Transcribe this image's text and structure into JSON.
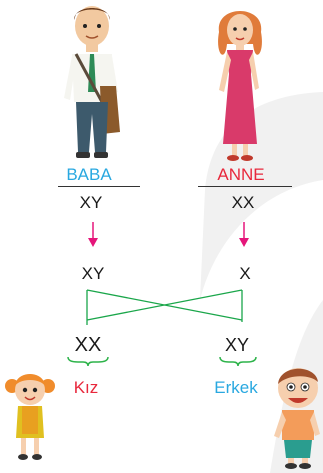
{
  "parents": [
    {
      "role": "BABA",
      "color": "#29a8e0",
      "genotype": "XY",
      "gamete": "XY"
    },
    {
      "role": "ANNE",
      "color": "#e8283c",
      "genotype": "XX",
      "gamete": "X"
    }
  ],
  "offspring": [
    {
      "genotype": "XX",
      "label": "Kız",
      "label_color": "#e8283c"
    },
    {
      "genotype": "XY",
      "label": "Erkek",
      "label_color": "#29a8e0"
    }
  ],
  "colors": {
    "arrow": "#e5157a",
    "cross_lines": "#1aa64a",
    "braces": "#2db34a",
    "background_shape": "#f1f1f1"
  }
}
